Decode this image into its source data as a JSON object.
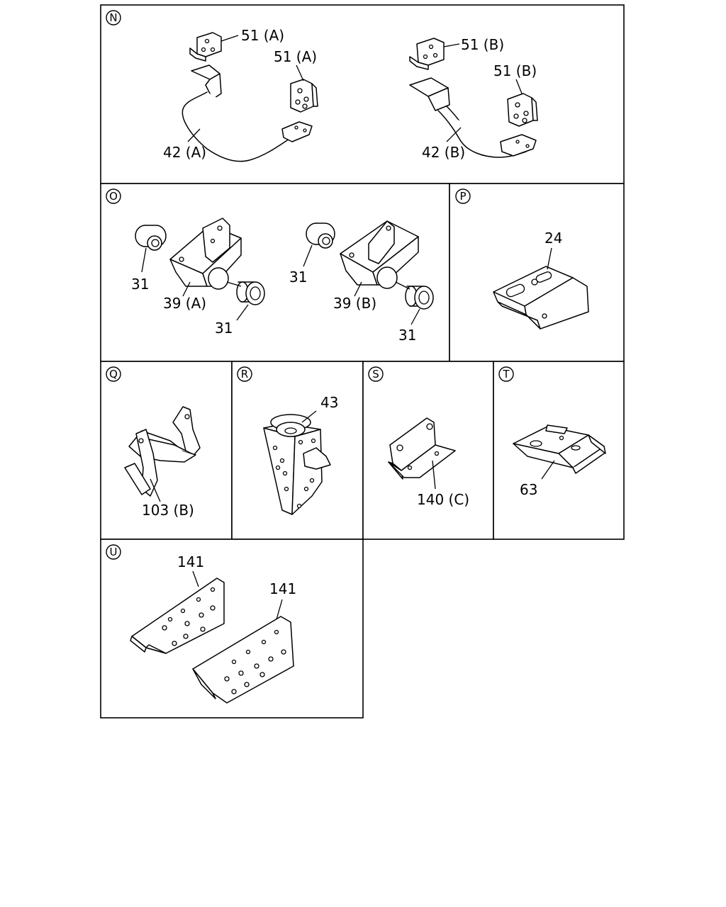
{
  "panels": {
    "N": {
      "tag": "N",
      "labels": [
        "51 (A)",
        "51 (A)",
        "42 (A)",
        "51 (B)",
        "51 (B)",
        "42 (B)"
      ]
    },
    "O": {
      "tag": "O",
      "labels": [
        "31",
        "39 (A)",
        "31",
        "31",
        "39 (B)",
        "31"
      ]
    },
    "P": {
      "tag": "P",
      "labels": [
        "24"
      ]
    },
    "Q": {
      "tag": "Q",
      "labels": [
        "103 (B)"
      ]
    },
    "R": {
      "tag": "R",
      "labels": [
        "43"
      ]
    },
    "S": {
      "tag": "S",
      "labels": [
        "140 (C)"
      ]
    },
    "T": {
      "tag": "T",
      "labels": [
        "63"
      ]
    },
    "U": {
      "tag": "U",
      "labels": [
        "141",
        "141"
      ]
    }
  }
}
